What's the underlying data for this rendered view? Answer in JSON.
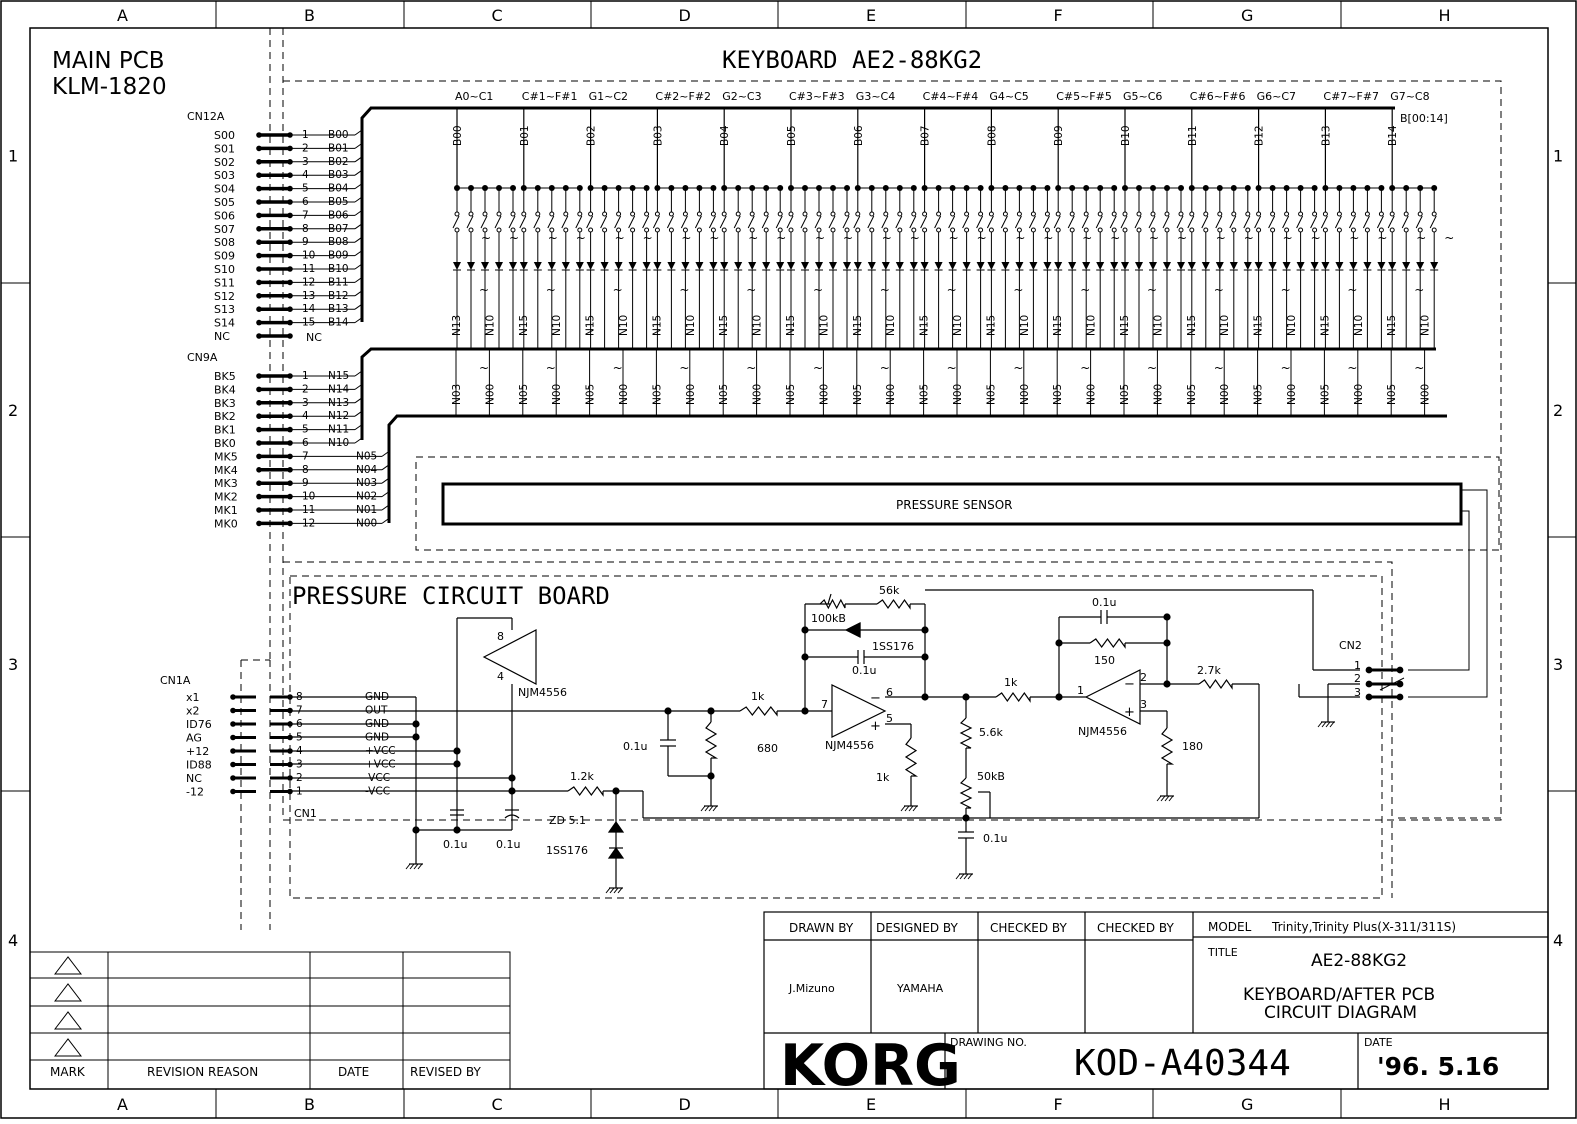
{
  "grid": {
    "columns": [
      "A",
      "B",
      "C",
      "D",
      "E",
      "F",
      "G",
      "H"
    ],
    "rows": [
      "1",
      "2",
      "3",
      "4"
    ]
  },
  "main_pcb": {
    "title": "MAIN PCB",
    "model": "KLM-1820"
  },
  "keyboard": {
    "title": "KEYBOARD  AE2-88KG2",
    "bus_label": "B[00:14]",
    "key_ranges": [
      "A0~C1",
      "C#1~F#1",
      "G1~C2",
      "C#2~F#2",
      "G2~C3",
      "C#3~F#3",
      "G3~C4",
      "C#4~F#4",
      "G4~C5",
      "C#5~F#5",
      "G5~C6",
      "C#6~F#6",
      "G6~C7",
      "C#7~F#7",
      "G7~C8"
    ],
    "b_lines": [
      "B00",
      "B01",
      "B02",
      "B03",
      "B04",
      "B05",
      "B06",
      "B07",
      "B08",
      "B09",
      "B10",
      "B11",
      "B12",
      "B13",
      "B14"
    ],
    "n_upper": [
      "N13",
      "N10",
      "N15",
      "N10",
      "N15",
      "N10",
      "N15",
      "N10",
      "N15",
      "N10",
      "N15",
      "N10",
      "N15",
      "N10",
      "N15",
      "N10",
      "N15",
      "N10",
      "N15",
      "N10",
      "N15",
      "N10",
      "N15",
      "N10",
      "N15",
      "N10",
      "N15",
      "N10",
      "N15",
      "N10"
    ],
    "n_lower": [
      "N03",
      "N00",
      "N05",
      "N00",
      "N05",
      "N00",
      "N05",
      "N00",
      "N05",
      "N00",
      "N05",
      "N00",
      "N05",
      "N00",
      "N05",
      "N00",
      "N05",
      "N00",
      "N05",
      "N00",
      "N05",
      "N00",
      "N05",
      "N00",
      "N05",
      "N00",
      "N05",
      "N00",
      "N05",
      "N00"
    ],
    "tilde": "~"
  },
  "cn12a": {
    "name": "CN12A",
    "pins": [
      {
        "sig": "S00",
        "num": "1",
        "net": "B00"
      },
      {
        "sig": "S01",
        "num": "2",
        "net": "B01"
      },
      {
        "sig": "S02",
        "num": "3",
        "net": "B02"
      },
      {
        "sig": "S03",
        "num": "4",
        "net": "B03"
      },
      {
        "sig": "S04",
        "num": "5",
        "net": "B04"
      },
      {
        "sig": "S05",
        "num": "6",
        "net": "B05"
      },
      {
        "sig": "S06",
        "num": "7",
        "net": "B06"
      },
      {
        "sig": "S07",
        "num": "8",
        "net": "B07"
      },
      {
        "sig": "S08",
        "num": "9",
        "net": "B08"
      },
      {
        "sig": "S09",
        "num": "10",
        "net": "B09"
      },
      {
        "sig": "S10",
        "num": "11",
        "net": "B10"
      },
      {
        "sig": "S11",
        "num": "12",
        "net": "B11"
      },
      {
        "sig": "S12",
        "num": "13",
        "net": "B12"
      },
      {
        "sig": "S13",
        "num": "14",
        "net": "B13"
      },
      {
        "sig": "S14",
        "num": "15",
        "net": "B14"
      },
      {
        "sig": "NC",
        "num": "",
        "net": "NC"
      }
    ]
  },
  "cn9a": {
    "name": "CN9A",
    "pins": [
      {
        "sig": "BK5",
        "num": "1",
        "net": "N15"
      },
      {
        "sig": "BK4",
        "num": "2",
        "net": "N14"
      },
      {
        "sig": "BK3",
        "num": "3",
        "net": "N13"
      },
      {
        "sig": "BK2",
        "num": "4",
        "net": "N12"
      },
      {
        "sig": "BK1",
        "num": "5",
        "net": "N11"
      },
      {
        "sig": "BK0",
        "num": "6",
        "net": "N10"
      },
      {
        "sig": "MK5",
        "num": "7",
        "net": "N05"
      },
      {
        "sig": "MK4",
        "num": "8",
        "net": "N04"
      },
      {
        "sig": "MK3",
        "num": "9",
        "net": "N03"
      },
      {
        "sig": "MK2",
        "num": "10",
        "net": "N02"
      },
      {
        "sig": "MK1",
        "num": "11",
        "net": "N01"
      },
      {
        "sig": "MK0",
        "num": "12",
        "net": "N00"
      }
    ]
  },
  "pressure_sensor": {
    "label": "PRESSURE SENSOR"
  },
  "pressure_board": {
    "title": "PRESSURE CIRCUIT BOARD",
    "cn1a": {
      "name": "CN1A",
      "pins": [
        {
          "sig": "x1",
          "num": "8",
          "net": "GND"
        },
        {
          "sig": "x2",
          "num": "7",
          "net": "OUT"
        },
        {
          "sig": "ID76",
          "num": "6",
          "net": "GND"
        },
        {
          "sig": "AG",
          "num": "5",
          "net": "GND"
        },
        {
          "sig": "+12",
          "num": "4",
          "net": "+VCC"
        },
        {
          "sig": "ID88",
          "num": "3",
          "net": "+VCC"
        },
        {
          "sig": "NC",
          "num": "2",
          "net": "-VCC"
        },
        {
          "sig": "-12",
          "num": "1",
          "net": "-VCC"
        }
      ]
    },
    "cn1": "CN1",
    "cn2": {
      "name": "CN2",
      "pins": [
        "1",
        "2",
        "3"
      ]
    },
    "components": {
      "u_main": "NJM4556",
      "u_pin8": "8",
      "u_pin4": "4",
      "c_dec1": "0.1u",
      "c_dec2": "0.1u",
      "r_12k": "1.2k",
      "zd": "ZD  5.1",
      "d1": "1SS176",
      "c_in": "0.1u",
      "r_in": "1k",
      "r_680": "680",
      "vr_100kb": "100kB",
      "r_56k": "56k",
      "d2": "1SS176",
      "c_fb": "0.1u",
      "op1": "NJM4556",
      "op1_p7": "7",
      "op1_p6": "6",
      "op1_p5": "5",
      "op1_minus": "−",
      "op1_plus": "+",
      "r_1k_b": "1k",
      "r_56": "5.6k",
      "vr_50kb": "50kB",
      "c_bot": "0.1u",
      "r_1k_c": "1k",
      "c_top": "0.1u",
      "r_150": "150",
      "op2": "NJM4556",
      "op2_p1": "1",
      "op2_p2": "2",
      "op2_p3": "3",
      "op2_minus": "−",
      "op2_plus": "+",
      "r_27k": "2.7k",
      "r_180": "180"
    }
  },
  "revision_table": {
    "headers": [
      "MARK",
      "REVISION REASON",
      "DATE",
      "REVISED BY"
    ]
  },
  "title_block": {
    "drawn_by_h": "DRAWN BY",
    "designed_by_h": "DESIGNED BY",
    "checked_by_h1": "CHECKED BY",
    "checked_by_h2": "CHECKED BY",
    "drawn_by": "J.Mizuno",
    "designed_by": "YAMAHA",
    "model_h": "MODEL",
    "model": "Trinity,Trinity Plus(X-311/311S)",
    "title_h": "TITLE",
    "title1": "AE2-88KG2",
    "title2": "KEYBOARD/AFTER PCB",
    "title3": "CIRCUIT  DIAGRAM",
    "logo": "KORG",
    "drawing_no_h": "DRAWING NO.",
    "drawing_no": "KOD-A40344",
    "date_h": "DATE",
    "date": "'96. 5.16"
  }
}
